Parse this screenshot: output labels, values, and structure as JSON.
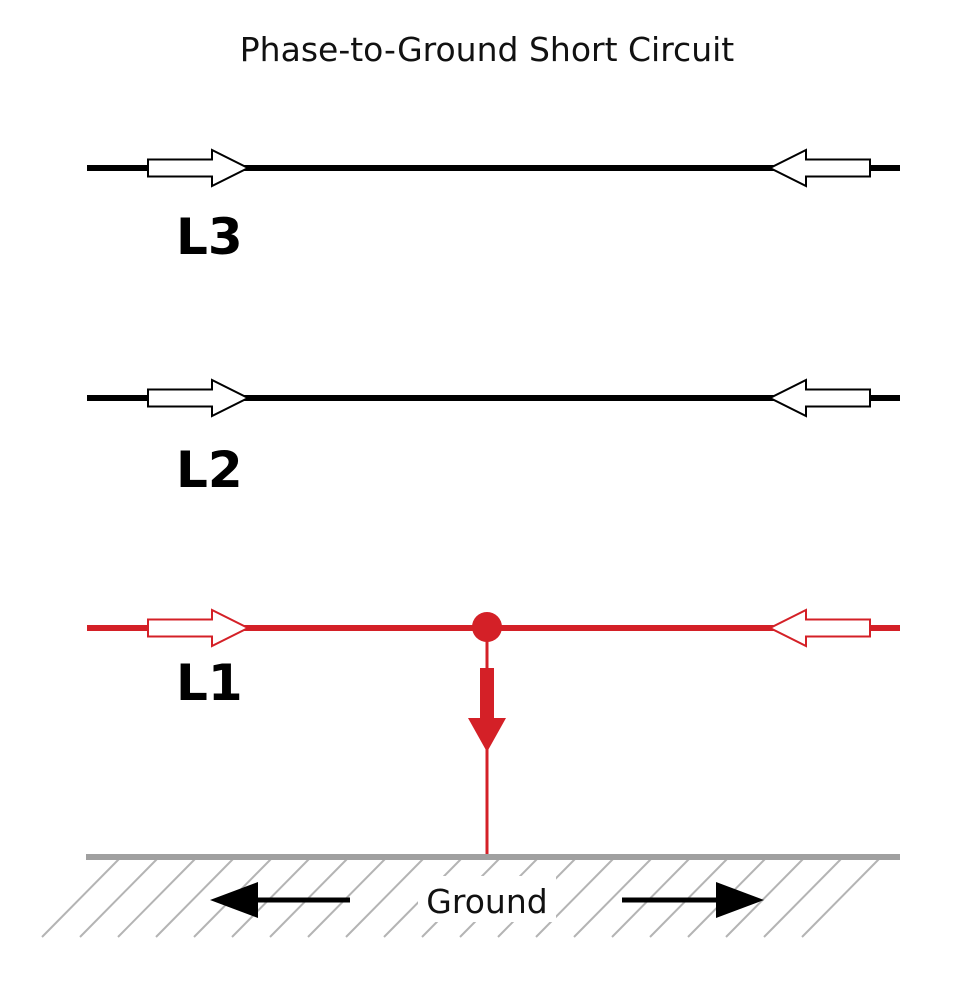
{
  "title": "Phase-to-Ground Short Circuit",
  "lines": [
    {
      "label": "L3",
      "color": "#000000",
      "faulted": false
    },
    {
      "label": "L2",
      "color": "#000000",
      "faulted": false
    },
    {
      "label": "L1",
      "color": "#d42027",
      "faulted": true
    }
  ],
  "ground": {
    "label": "Ground",
    "color": "#a0a0a0"
  },
  "colors": {
    "fault": "#d42027",
    "normal": "#000000",
    "ground_line": "#a0a0a0",
    "hatch": "#b4b4b4"
  },
  "icons": {
    "flow_arrow": "hollow-arrow",
    "fault_point": "fault-dot",
    "fault_current_arrow": "down-arrow",
    "ground_flow_arrows": [
      "left-arrow",
      "right-arrow"
    ]
  }
}
